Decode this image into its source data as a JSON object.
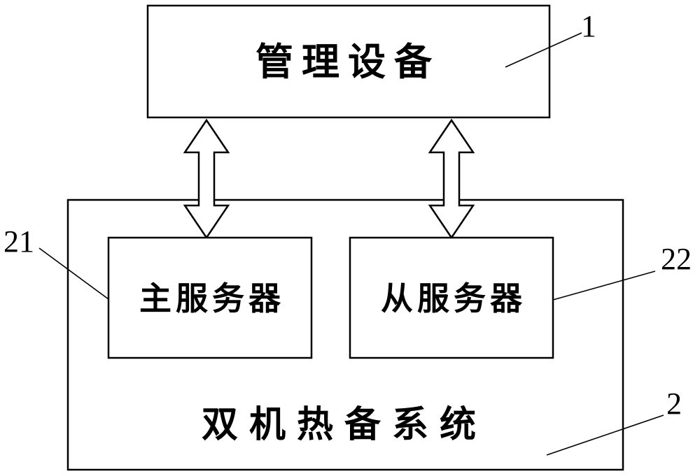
{
  "diagram": {
    "management_device": {
      "label": "管理设备",
      "ref": "1"
    },
    "hot_standby_system": {
      "label": "双机热备系统",
      "ref": "2"
    },
    "primary_server": {
      "label": "主服务器",
      "ref": "21"
    },
    "secondary_server": {
      "label": "从服务器",
      "ref": "22"
    }
  },
  "colors": {
    "stroke": "#000000",
    "background": "#ffffff"
  }
}
